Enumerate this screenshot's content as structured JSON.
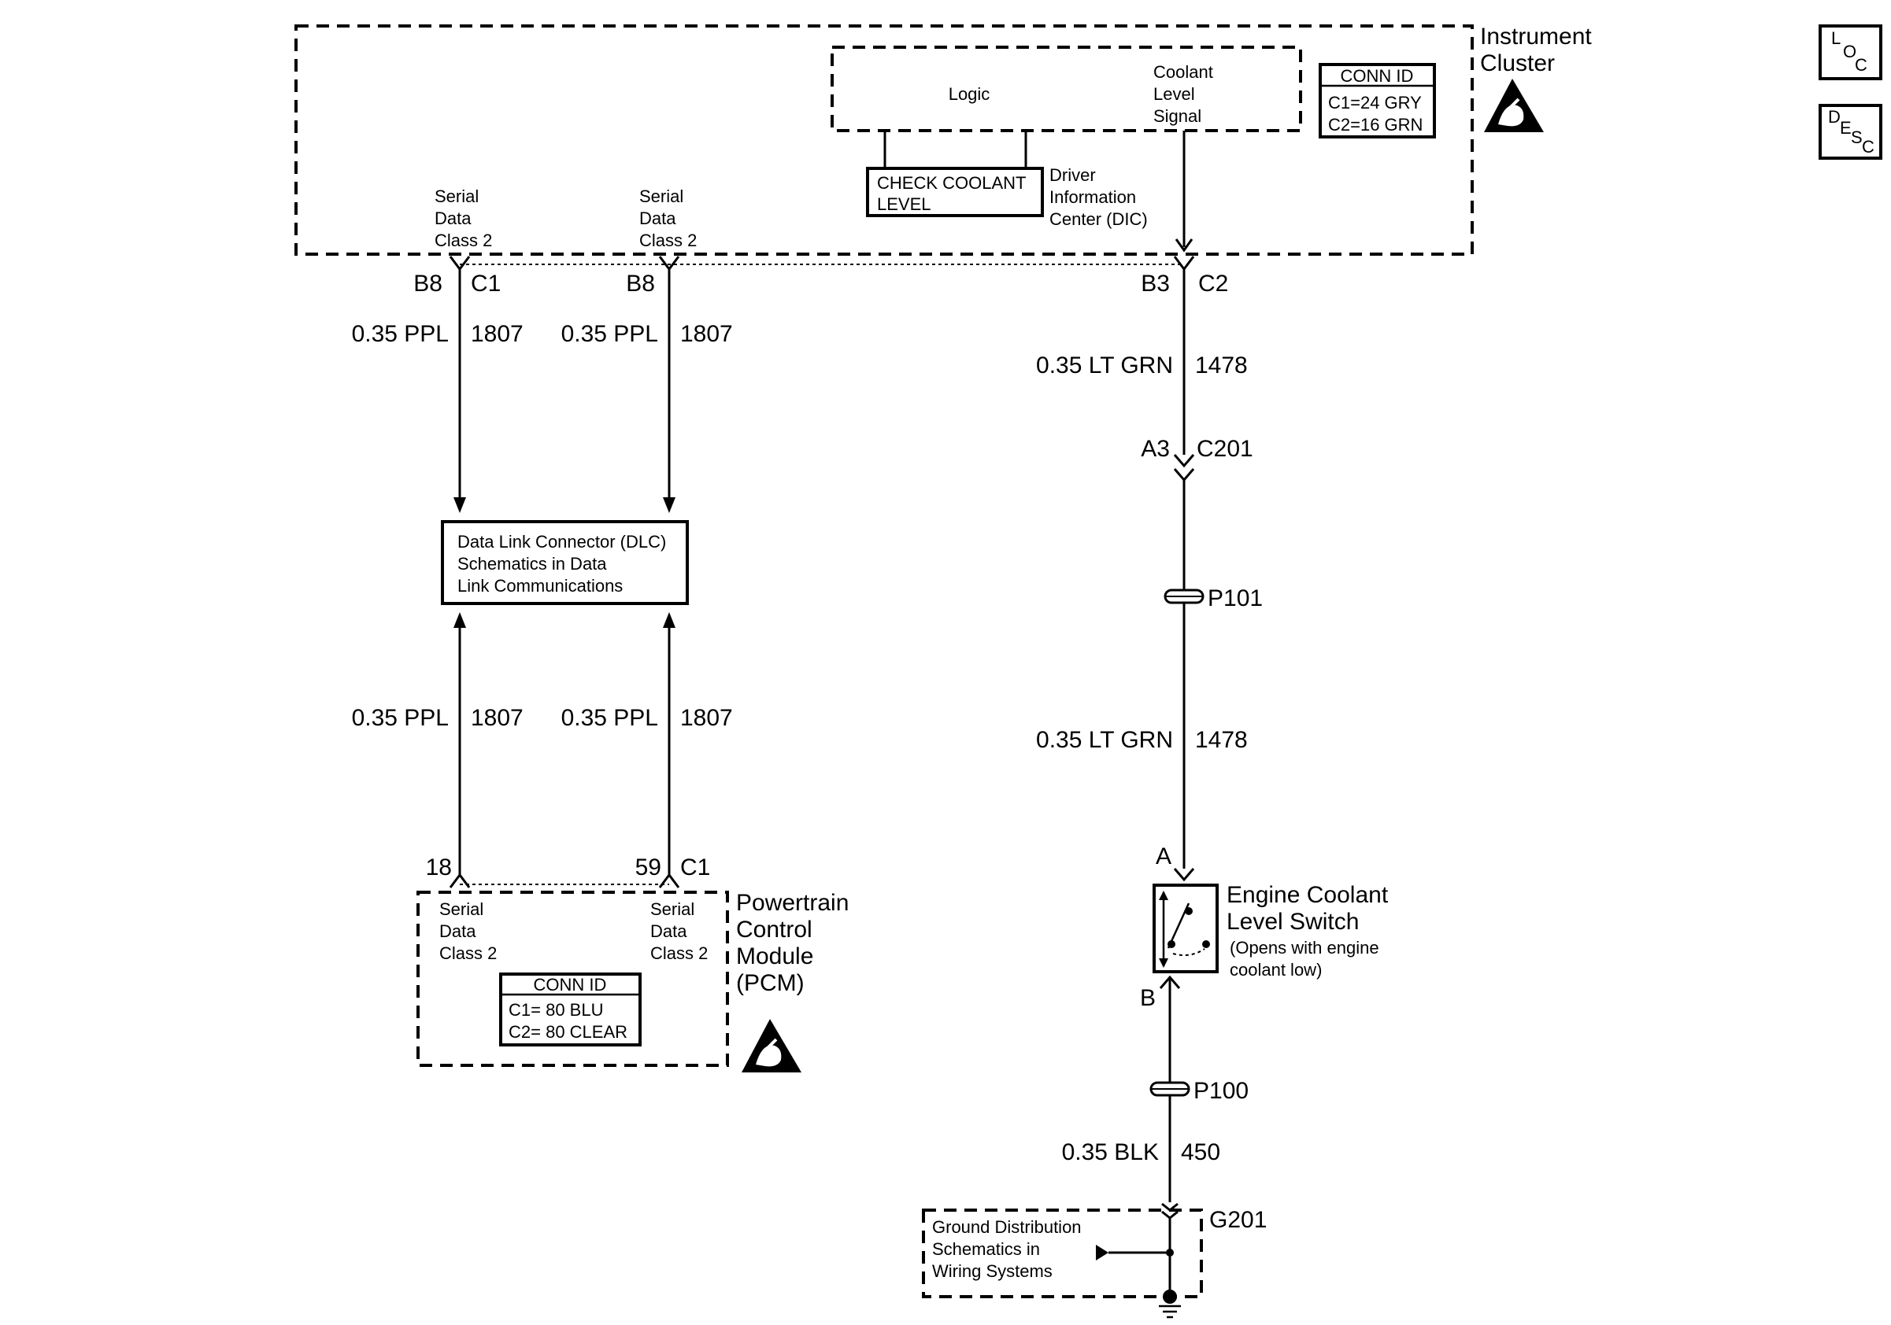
{
  "instrument_cluster": {
    "name_line1": "Instrument",
    "name_line2": "Cluster",
    "logic": "Logic",
    "coolant_signal": [
      "Coolant",
      "Level",
      "Signal"
    ],
    "check_coolant": [
      "CHECK COOLANT",
      "LEVEL"
    ],
    "dic": [
      "Driver",
      "Information",
      "Center (DIC)"
    ],
    "conn_id": {
      "title": "CONN ID",
      "lines": [
        "C1=24 GRY",
        "C2=16 GRN"
      ]
    },
    "serial_left": [
      "Serial",
      "Data",
      "Class 2"
    ],
    "serial_right": [
      "Serial",
      "Data",
      "Class 2"
    ]
  },
  "cluster_pins": {
    "left": {
      "pin": "B8",
      "conn": "C1"
    },
    "mid": {
      "pin": "B8"
    },
    "right": {
      "pin": "B3",
      "conn": "C2"
    }
  },
  "wires": {
    "ppl_top_left": {
      "gauge": "0.35 PPL",
      "circuit": "1807"
    },
    "ppl_top_right": {
      "gauge": "0.35 PPL",
      "circuit": "1807"
    },
    "ppl_bot_left": {
      "gauge": "0.35 PPL",
      "circuit": "1807"
    },
    "ppl_bot_right": {
      "gauge": "0.35 PPL",
      "circuit": "1807"
    },
    "grn_top": {
      "gauge": "0.35 LT GRN",
      "circuit": "1478"
    },
    "grn_bot": {
      "gauge": "0.35 LT GRN",
      "circuit": "1478"
    },
    "blk": {
      "gauge": "0.35 BLK",
      "circuit": "450"
    }
  },
  "c201": {
    "pin": "A3",
    "conn": "C201"
  },
  "splices": {
    "p101": "P101",
    "p100": "P100"
  },
  "dlc": [
    "Data Link Connector (DLC)",
    "Schematics in Data",
    "Link Communications"
  ],
  "pcm": {
    "pin_left": "18",
    "pin_right": "59",
    "conn": "C1",
    "name": [
      "Powertrain",
      "Control",
      "Module",
      "(PCM)"
    ],
    "serial_left": [
      "Serial",
      "Data",
      "Class 2"
    ],
    "serial_right": [
      "Serial",
      "Data",
      "Class 2"
    ],
    "conn_id": {
      "title": "CONN ID",
      "lines": [
        "C1= 80 BLU",
        "C2= 80 CLEAR"
      ]
    }
  },
  "switch": {
    "pin_a": "A",
    "pin_b": "B",
    "name": [
      "Engine Coolant",
      "Level Switch"
    ],
    "note": [
      "(Opens with engine",
      "coolant low)"
    ]
  },
  "ground": {
    "id": "G201",
    "box": [
      "Ground Distribution",
      "Schematics in",
      "Wiring Systems"
    ]
  },
  "side_buttons": {
    "loc": [
      "L",
      "O",
      "C"
    ],
    "desc": [
      "D",
      "E",
      "S",
      "C"
    ]
  }
}
